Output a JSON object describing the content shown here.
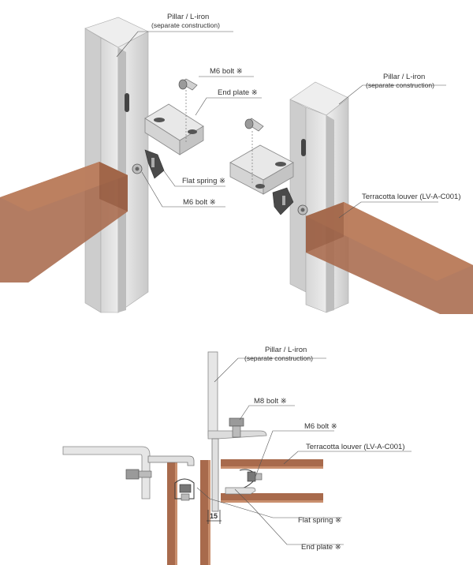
{
  "top_left": {
    "pillar_label": "Pillar / L-iron",
    "pillar_sub": "(separate construction)",
    "m6_bolt_upper": "M6 bolt ※",
    "end_plate": "End plate ※",
    "flat_spring": "Flat spring ※",
    "m6_bolt_lower": "M6 bolt ※"
  },
  "top_right": {
    "pillar_label": "Pillar / L-iron",
    "pillar_sub": "(separate construction)",
    "louver_label": "Terracotta louver (LV-A-C001)"
  },
  "bottom": {
    "pillar_label": "Pillar / L-iron",
    "pillar_sub": "(separate construction)",
    "m8_bolt": "M8 bolt ※",
    "m6_bolt": "M6 bolt ※",
    "louver_label": "Terracotta louver (LV-A-C001)",
    "dimension": "15",
    "flat_spring": "Flat spring ※",
    "end_plate": "End plate ※"
  },
  "colors": {
    "steel_light": "#e4e4e4",
    "steel_mid": "#cfcfcf",
    "steel_dark": "#b4b4b4",
    "terracotta_front": "#a86a4c",
    "terracotta_top": "#bd8160",
    "terracotta_side": "#8f553b",
    "leader": "#555555"
  }
}
